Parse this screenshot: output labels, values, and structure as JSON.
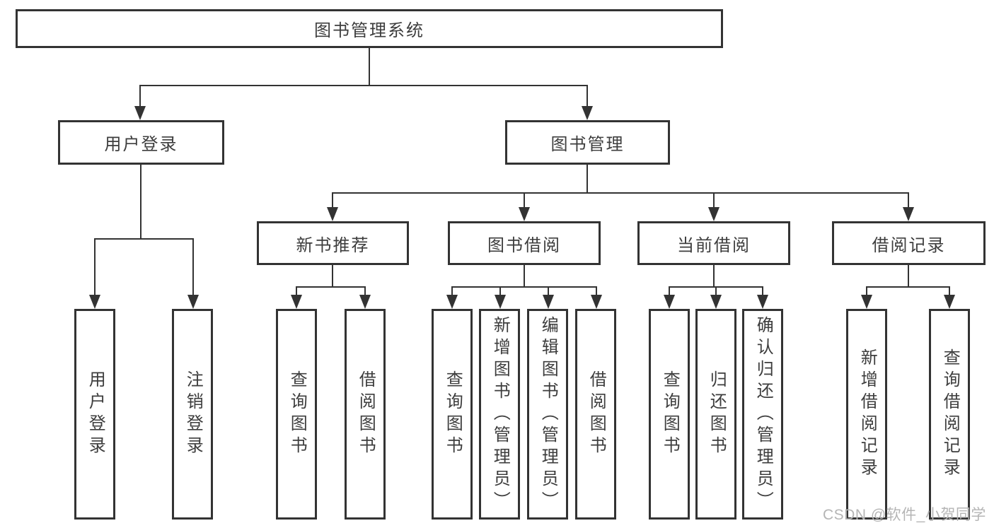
{
  "diagram": {
    "watermark": "CSDN @软件_小贺同学",
    "colors": {
      "line": "#333333",
      "text": "#3d3d3d",
      "watermark": "#b5b5b5",
      "background": "#ffffff"
    }
  },
  "tree": {
    "root": {
      "label": "图书管理系统"
    },
    "level2": [
      {
        "label": "用户登录",
        "children": [
          {
            "label": "用户登录"
          },
          {
            "label": "注销登录"
          }
        ]
      },
      {
        "label": "图书管理",
        "children": [
          {
            "label": "新书推荐",
            "children": [
              {
                "label": "查询图书"
              },
              {
                "label": "借阅图书"
              }
            ]
          },
          {
            "label": "图书借阅",
            "children": [
              {
                "label": "查询图书"
              },
              {
                "label": "新增图书（管理员）"
              },
              {
                "label": "编辑图书（管理员）"
              },
              {
                "label": "借阅图书"
              }
            ]
          },
          {
            "label": "当前借阅",
            "children": [
              {
                "label": "查询图书"
              },
              {
                "label": "归还图书"
              },
              {
                "label": "确认归还（管理员）"
              }
            ]
          },
          {
            "label": "借阅记录",
            "children": [
              {
                "label": "新增借阅记录"
              },
              {
                "label": "查询借阅记录"
              }
            ]
          }
        ]
      }
    ]
  }
}
